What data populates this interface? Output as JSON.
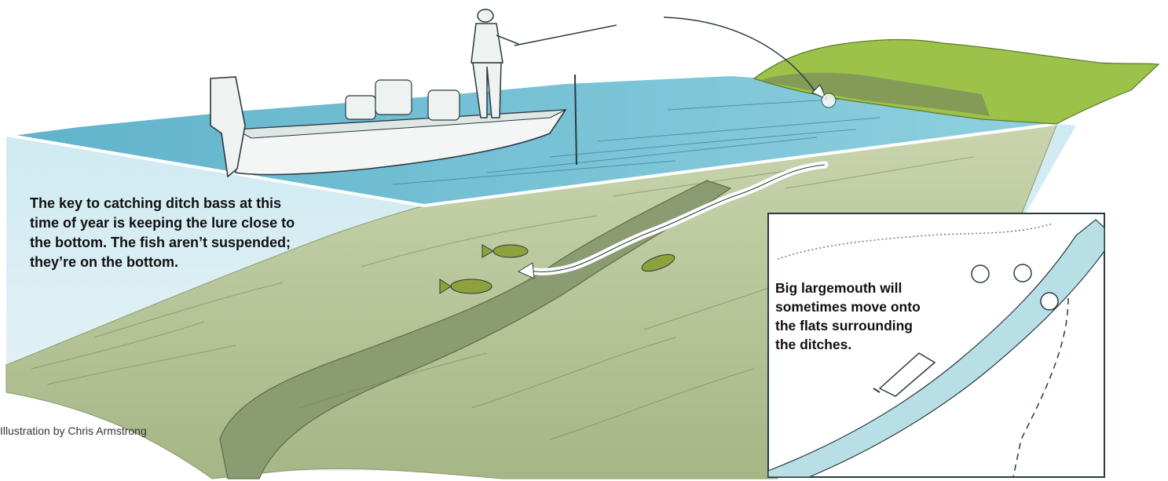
{
  "illustration": {
    "main_caption_lines": [
      "The key to catching ditch bass at this",
      "time of year is keeping the lure close to",
      "the bottom. The fish aren’t suspended;",
      "they’re on the bottom."
    ],
    "inset_caption_lines": [
      "Big largemouth will",
      "sometimes move onto",
      "the flats surrounding",
      "the ditches."
    ],
    "credit": "Illustration by Chris Armstrong"
  },
  "colors": {
    "water_surface": "#7cc3d6",
    "water_deep": "#a9d8e4",
    "lake_bottom": "#b9c79c",
    "ditch": "#8f9e77",
    "grass": "#9cc24a",
    "boat": "#f3f6f5",
    "inset_bg": "#ffffff",
    "inset_channel": "#b9dfe6"
  }
}
